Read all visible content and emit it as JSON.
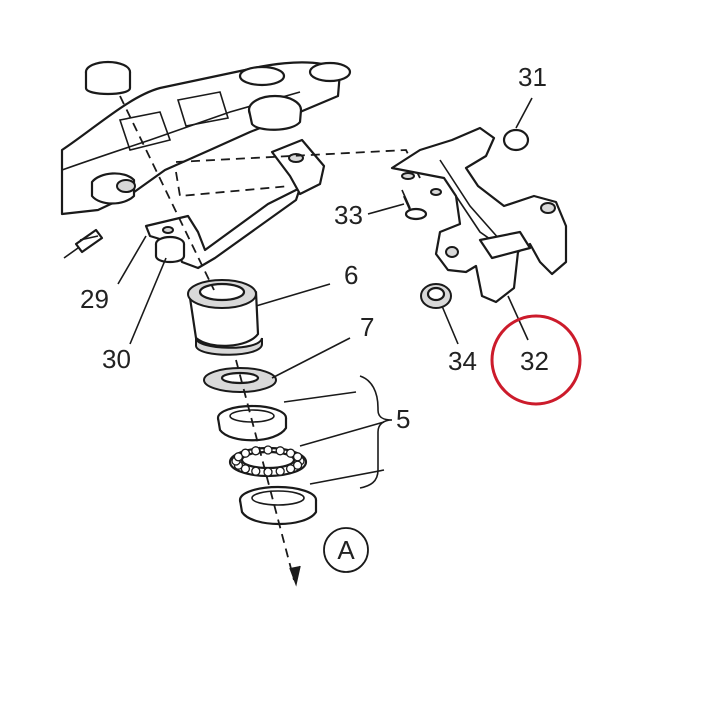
{
  "diagram": {
    "callouts": [
      {
        "id": "label-29",
        "text": "29"
      },
      {
        "id": "label-30",
        "text": "30"
      },
      {
        "id": "label-6",
        "text": "6"
      },
      {
        "id": "label-7",
        "text": "7"
      },
      {
        "id": "label-5",
        "text": "5"
      },
      {
        "id": "label-31",
        "text": "31"
      },
      {
        "id": "label-33",
        "text": "33"
      },
      {
        "id": "label-34",
        "text": "34"
      },
      {
        "id": "label-32",
        "text": "32"
      }
    ],
    "reference_marker": "A",
    "highlight_color": "#cc1b2b",
    "line_color": "#1a1a1a"
  }
}
